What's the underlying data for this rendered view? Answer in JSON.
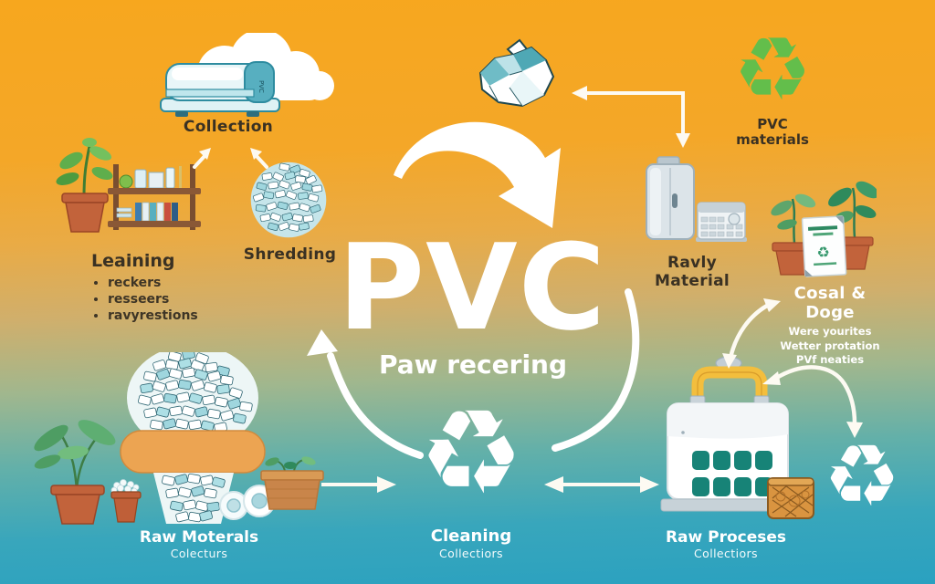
{
  "center": {
    "title": "PVC",
    "subtitle": "Paw recering"
  },
  "icons": {
    "recycle": "♻"
  },
  "colors": {
    "bg_top": "#F7A71E",
    "bg_bottom": "#2AA1C0",
    "recycle_green": "#63BE4B",
    "recycle_white": "#FFFFFF",
    "band_orange": "#ECA452",
    "handle_yellow": "#F3BE3D",
    "machine_teal": "#178377",
    "pot_terracotta": "#C2633B"
  },
  "nodes": {
    "collection": {
      "label": "Collection"
    },
    "learning": {
      "heading": "Leaining",
      "bullets": [
        "reckers",
        "resseers",
        "ravyrestions"
      ]
    },
    "shredding": {
      "label": "Shredding"
    },
    "pvc_materials": {
      "label": "PVC materials"
    },
    "ravly_material": {
      "label": "Ravly Material"
    },
    "cosal_doge": {
      "heading": "Cosal & Doge",
      "lines": [
        "Were yourites",
        "Wetter protation",
        "PVf neaties"
      ]
    },
    "raw_materials": {
      "label": "Raw Moterals",
      "sublabel": "Colecturs"
    },
    "cleaning": {
      "label": "Cleaning",
      "sublabel": "Collectiors"
    },
    "raw_processes": {
      "label": "Raw Proceses",
      "sublabel": "Collectiors"
    }
  }
}
